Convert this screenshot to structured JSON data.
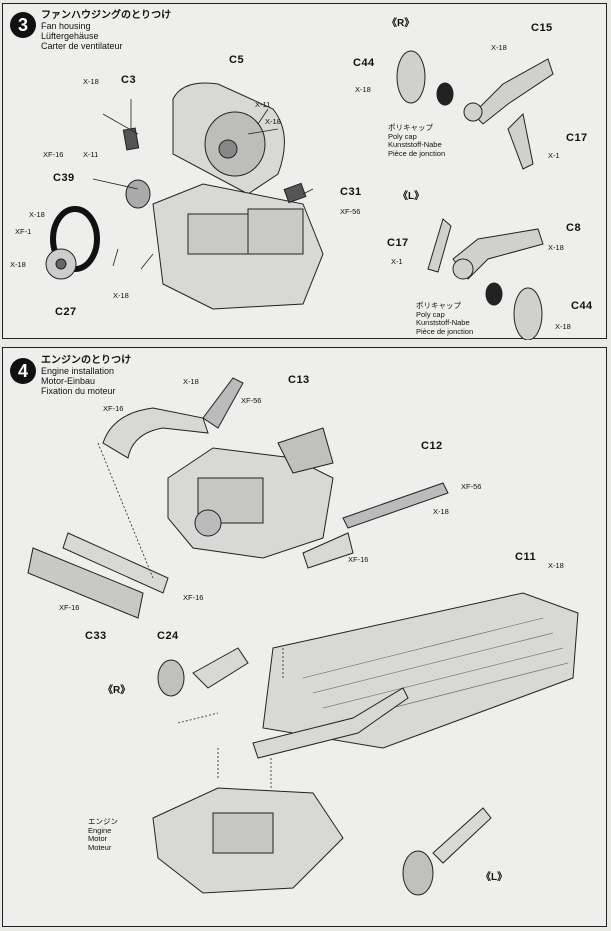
{
  "step3": {
    "number": "3",
    "title_jp": "ファンハウジングのとりつけ",
    "title_de": "Lüftergehäuse",
    "title_en": "Fan housing",
    "title_fr": "Carter de ventilateur",
    "labels": {
      "c5": "C5",
      "c3": "C3",
      "x18_c3": "X-18",
      "xf16": "XF-16",
      "x11_a": "X-11",
      "x11_b": "X-11",
      "x18_right": "X-18",
      "c39": "C39",
      "x18_left": "X-18",
      "xf1": "XF-1",
      "x18_pulley": "X-18",
      "c27": "C27",
      "x18_bottom": "X-18",
      "c31": "C31",
      "xf56": "XF-56"
    },
    "R": {
      "tag": "《R》",
      "c44": "C44",
      "x18_a": "X-18",
      "c15": "C15",
      "x18_b": "X-18",
      "c17": "C17",
      "x1": "X-1",
      "polycap_jp": "ポリキャップ",
      "polycap_en": "Poly cap",
      "polycap_de": "Kunststoff-Nabe",
      "polycap_fr": "Pièce de jonction"
    },
    "L": {
      "tag": "《L》",
      "c8": "C8",
      "x18_a": "X-18",
      "c17": "C17",
      "x1": "X-1",
      "c44": "C44",
      "x18_b": "X-18",
      "polycap_jp": "ポリキャップ",
      "polycap_en": "Poly cap",
      "polycap_de": "Kunststoff-Nabe",
      "polycap_fr": "Pièce de jonction"
    }
  },
  "step4": {
    "number": "4",
    "title_jp": "エンジンのとりつけ",
    "title_en": "Engine installation",
    "title_de": "Motor-Einbau",
    "title_fr": "Fixation du moteur",
    "labels": {
      "x18_top": "X-18",
      "c13": "C13",
      "xf56_top": "XF-56",
      "xf16_top": "XF-16",
      "c12": "C12",
      "xf56_right": "XF-56",
      "x18_right": "X-18",
      "xf16_mid": "XF-16",
      "xf16_left": "XF-16",
      "c33": "C33",
      "c24": "C24",
      "xf16_c24": "XF-16",
      "c11": "C11",
      "x18_c11": "X-18",
      "r": "《R》",
      "l": "《L》"
    },
    "engine_jp": "エンジン",
    "engine_en": "Engine",
    "engine_de": "Motor",
    "engine_fr": "Moteur"
  }
}
